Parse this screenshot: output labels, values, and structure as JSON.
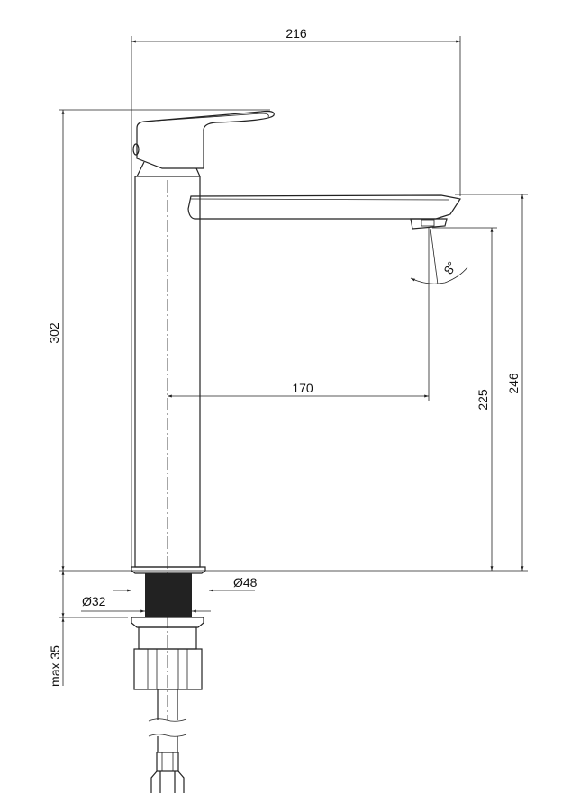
{
  "dimensions": {
    "total_length": "216",
    "total_height": "302",
    "spout_reach": "170",
    "spout_angle": "8°",
    "outlet_height": "225",
    "spout_height": "246",
    "base_diameter": "Ø48",
    "mounting_diameter": "Ø32",
    "max_countertop": "max 35"
  },
  "colors": {
    "line": "#222222",
    "thread": "#222222"
  }
}
